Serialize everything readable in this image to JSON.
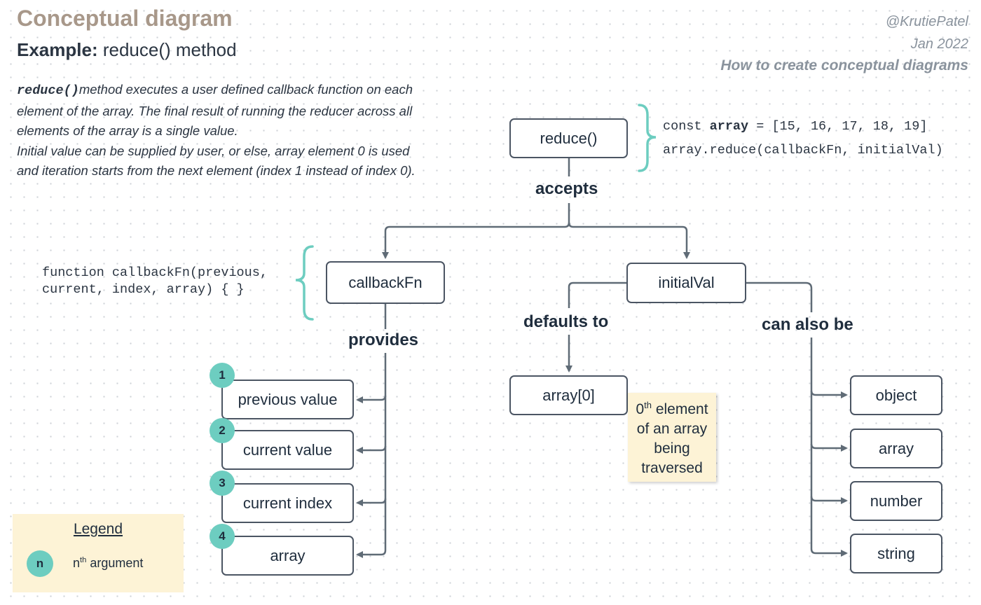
{
  "header": {
    "title": "Conceptual diagram",
    "subtitle_bold": "Example:",
    "subtitle_rest": "reduce() method",
    "author": "@KrutiePatel",
    "date": "Jan 2022",
    "howto": "How to create conceptual diagrams"
  },
  "description": {
    "keyword": "reduce()",
    "line1_rest": "method executes a user defined callback function on each",
    "line2": "element of the array. The final result of running the reducer across all",
    "line3": "elements of the array is a single value.",
    "line4": "Initial value can be supplied by user, or else, array element 0 is used",
    "line5": "and iteration starts from the next element (index 1 instead of index 0)."
  },
  "code_reduce": {
    "l1_a": "const ",
    "l1_b": "array",
    "l1_c": " = [15, 16, 17, 18, 19]",
    "l2": "array.reduce(callbackFn, initialVal)"
  },
  "code_callback": {
    "l1": "function callbackFn(previous,",
    "l2": "current, index, array) { }"
  },
  "nodes": {
    "reduce": "reduce()",
    "callbackFn": "callbackFn",
    "initialVal": "initialVal",
    "array0": "array[0]",
    "args": [
      {
        "badge": "1",
        "label": "previous value"
      },
      {
        "badge": "2",
        "label": "current value"
      },
      {
        "badge": "3",
        "label": "current index"
      },
      {
        "badge": "4",
        "label": "array"
      }
    ],
    "types": [
      "object",
      "array",
      "number",
      "string"
    ]
  },
  "edges": {
    "accepts": "accepts",
    "provides": "provides",
    "defaults_to": "defaults to",
    "can_also_be": "can also be"
  },
  "note": {
    "sup_base": "0",
    "sup": "th",
    "line1_rest": " element",
    "line2": "of an array",
    "line3": "being",
    "line4": "traversed"
  },
  "legend": {
    "title": "Legend",
    "badge": "n",
    "text_base": "n",
    "text_sup": "th",
    "text_rest": " argument"
  },
  "colors": {
    "accent_teal": "#6dcdc0",
    "connector": "#5f6b76",
    "note_bg": "#fdf3d6",
    "title_brown": "#a8988a"
  }
}
